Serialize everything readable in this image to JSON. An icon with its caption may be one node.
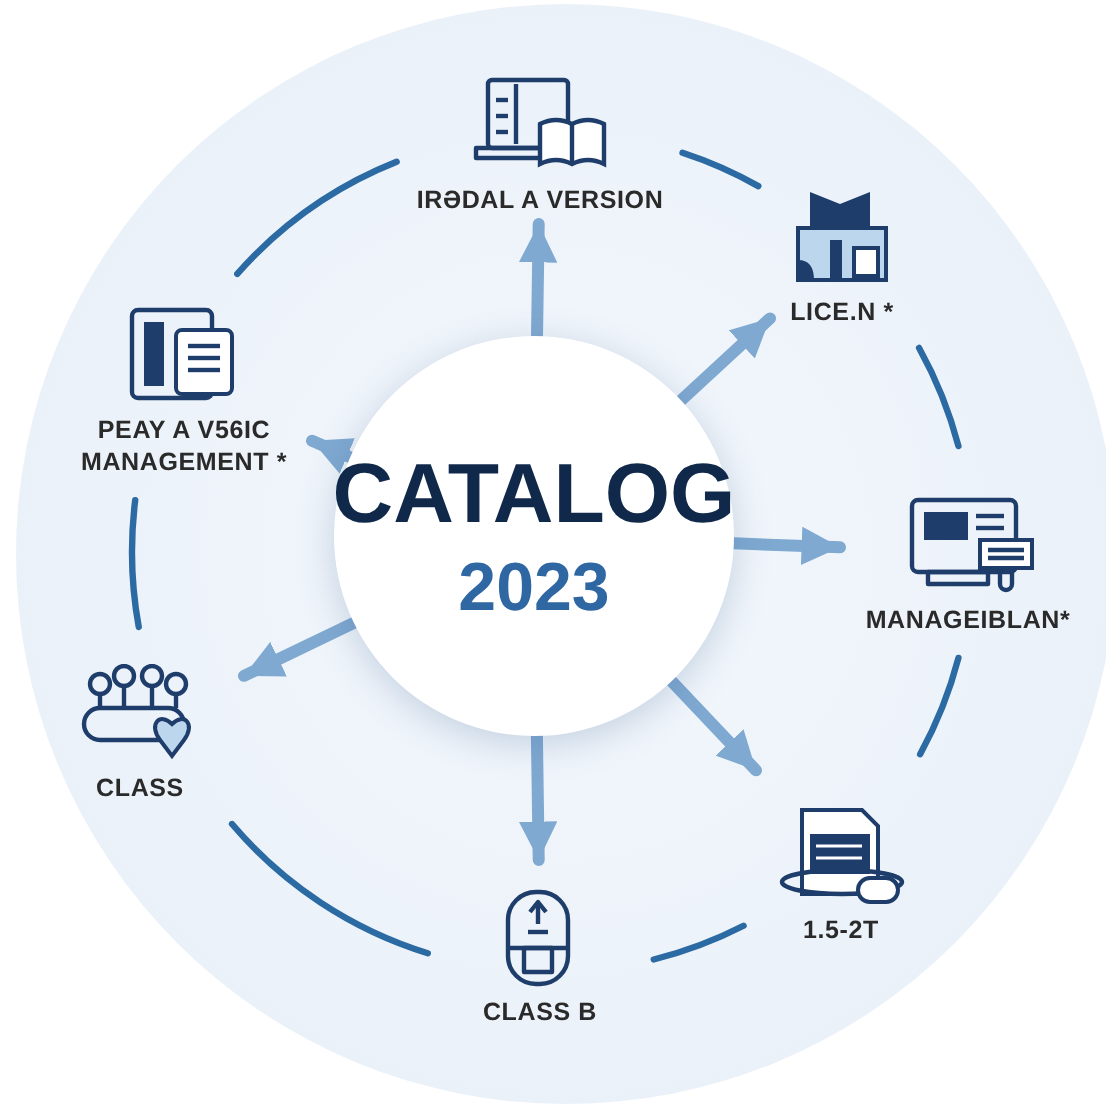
{
  "diagram": {
    "nodes": [
      {
        "text": [
          "CATALOG",
          "2023"
        ]
      },
      {
        "text": [
          "IRƏDAL A VERSION"
        ]
      },
      {
        "text": [
          "LICE.N *"
        ]
      },
      {
        "text": [
          "MANAGEIBLAN*"
        ]
      },
      {
        "text": [
          "1.5-2T"
        ]
      },
      {
        "text": [
          "CLASS B"
        ]
      },
      {
        "text": [
          "CLASS"
        ]
      },
      {
        "text": [
          "PEAY A V56IC MANAGEMENT *"
        ]
      }
    ],
    "edges": [
      {
        "from": 0,
        "to": 1,
        "arrow": "to",
        "style": "thick",
        "color": "#7fa9d1"
      },
      {
        "from": 0,
        "to": 2,
        "arrow": "to",
        "style": "thick",
        "color": "#7fa9d1"
      },
      {
        "from": 0,
        "to": 3,
        "arrow": "to",
        "style": "thick",
        "color": "#7fa9d1"
      },
      {
        "from": 0,
        "to": 4,
        "arrow": "to",
        "style": "thick",
        "color": "#7fa9d1"
      },
      {
        "from": 0,
        "to": 5,
        "arrow": "to",
        "style": "thick",
        "color": "#7fa9d1"
      },
      {
        "from": 0,
        "to": 6,
        "arrow": "to",
        "style": "thick",
        "color": "#7fa9d1"
      },
      {
        "from": 0,
        "to": 7,
        "arrow": "to",
        "style": "thick",
        "color": "#7fa9d1"
      },
      {
        "from": 1,
        "to": 2,
        "arrow": "none"
      },
      {
        "from": 2,
        "to": 3,
        "arrow": "none"
      },
      {
        "from": 3,
        "to": 4,
        "arrow": "none"
      },
      {
        "from": 4,
        "to": 5,
        "arrow": "none"
      },
      {
        "from": 5,
        "to": 6,
        "arrow": "none"
      },
      {
        "from": 6,
        "to": 7,
        "arrow": "none"
      },
      {
        "from": 7,
        "to": 1,
        "arrow": "none"
      }
    ]
  }
}
